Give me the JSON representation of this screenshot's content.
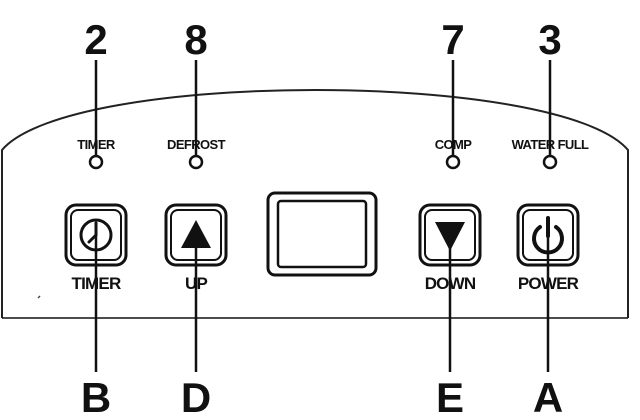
{
  "callouts_top": [
    {
      "id": "2",
      "text": "2"
    },
    {
      "id": "8",
      "text": "8"
    },
    {
      "id": "7",
      "text": "7"
    },
    {
      "id": "3",
      "text": "3"
    }
  ],
  "callouts_bottom": [
    {
      "id": "B",
      "text": "B"
    },
    {
      "id": "D",
      "text": "D"
    },
    {
      "id": "E",
      "text": "E"
    },
    {
      "id": "A",
      "text": "A"
    }
  ],
  "indicators": [
    {
      "id": "timer",
      "label": "TIMER"
    },
    {
      "id": "defrost",
      "label": "DEFROST"
    },
    {
      "id": "comp",
      "label": "COMP"
    },
    {
      "id": "water_full",
      "label": "WATER FULL"
    }
  ],
  "buttons": [
    {
      "id": "timer",
      "label": "TIMER",
      "icon": "clock-icon"
    },
    {
      "id": "up",
      "label": "UP",
      "icon": "arrow-up-icon"
    },
    {
      "id": "down",
      "label": "DOWN",
      "icon": "arrow-down-icon"
    },
    {
      "id": "power",
      "label": "POWER",
      "icon": "power-icon"
    }
  ],
  "colors": {
    "ink": "#111111",
    "background": "#ffffff"
  }
}
